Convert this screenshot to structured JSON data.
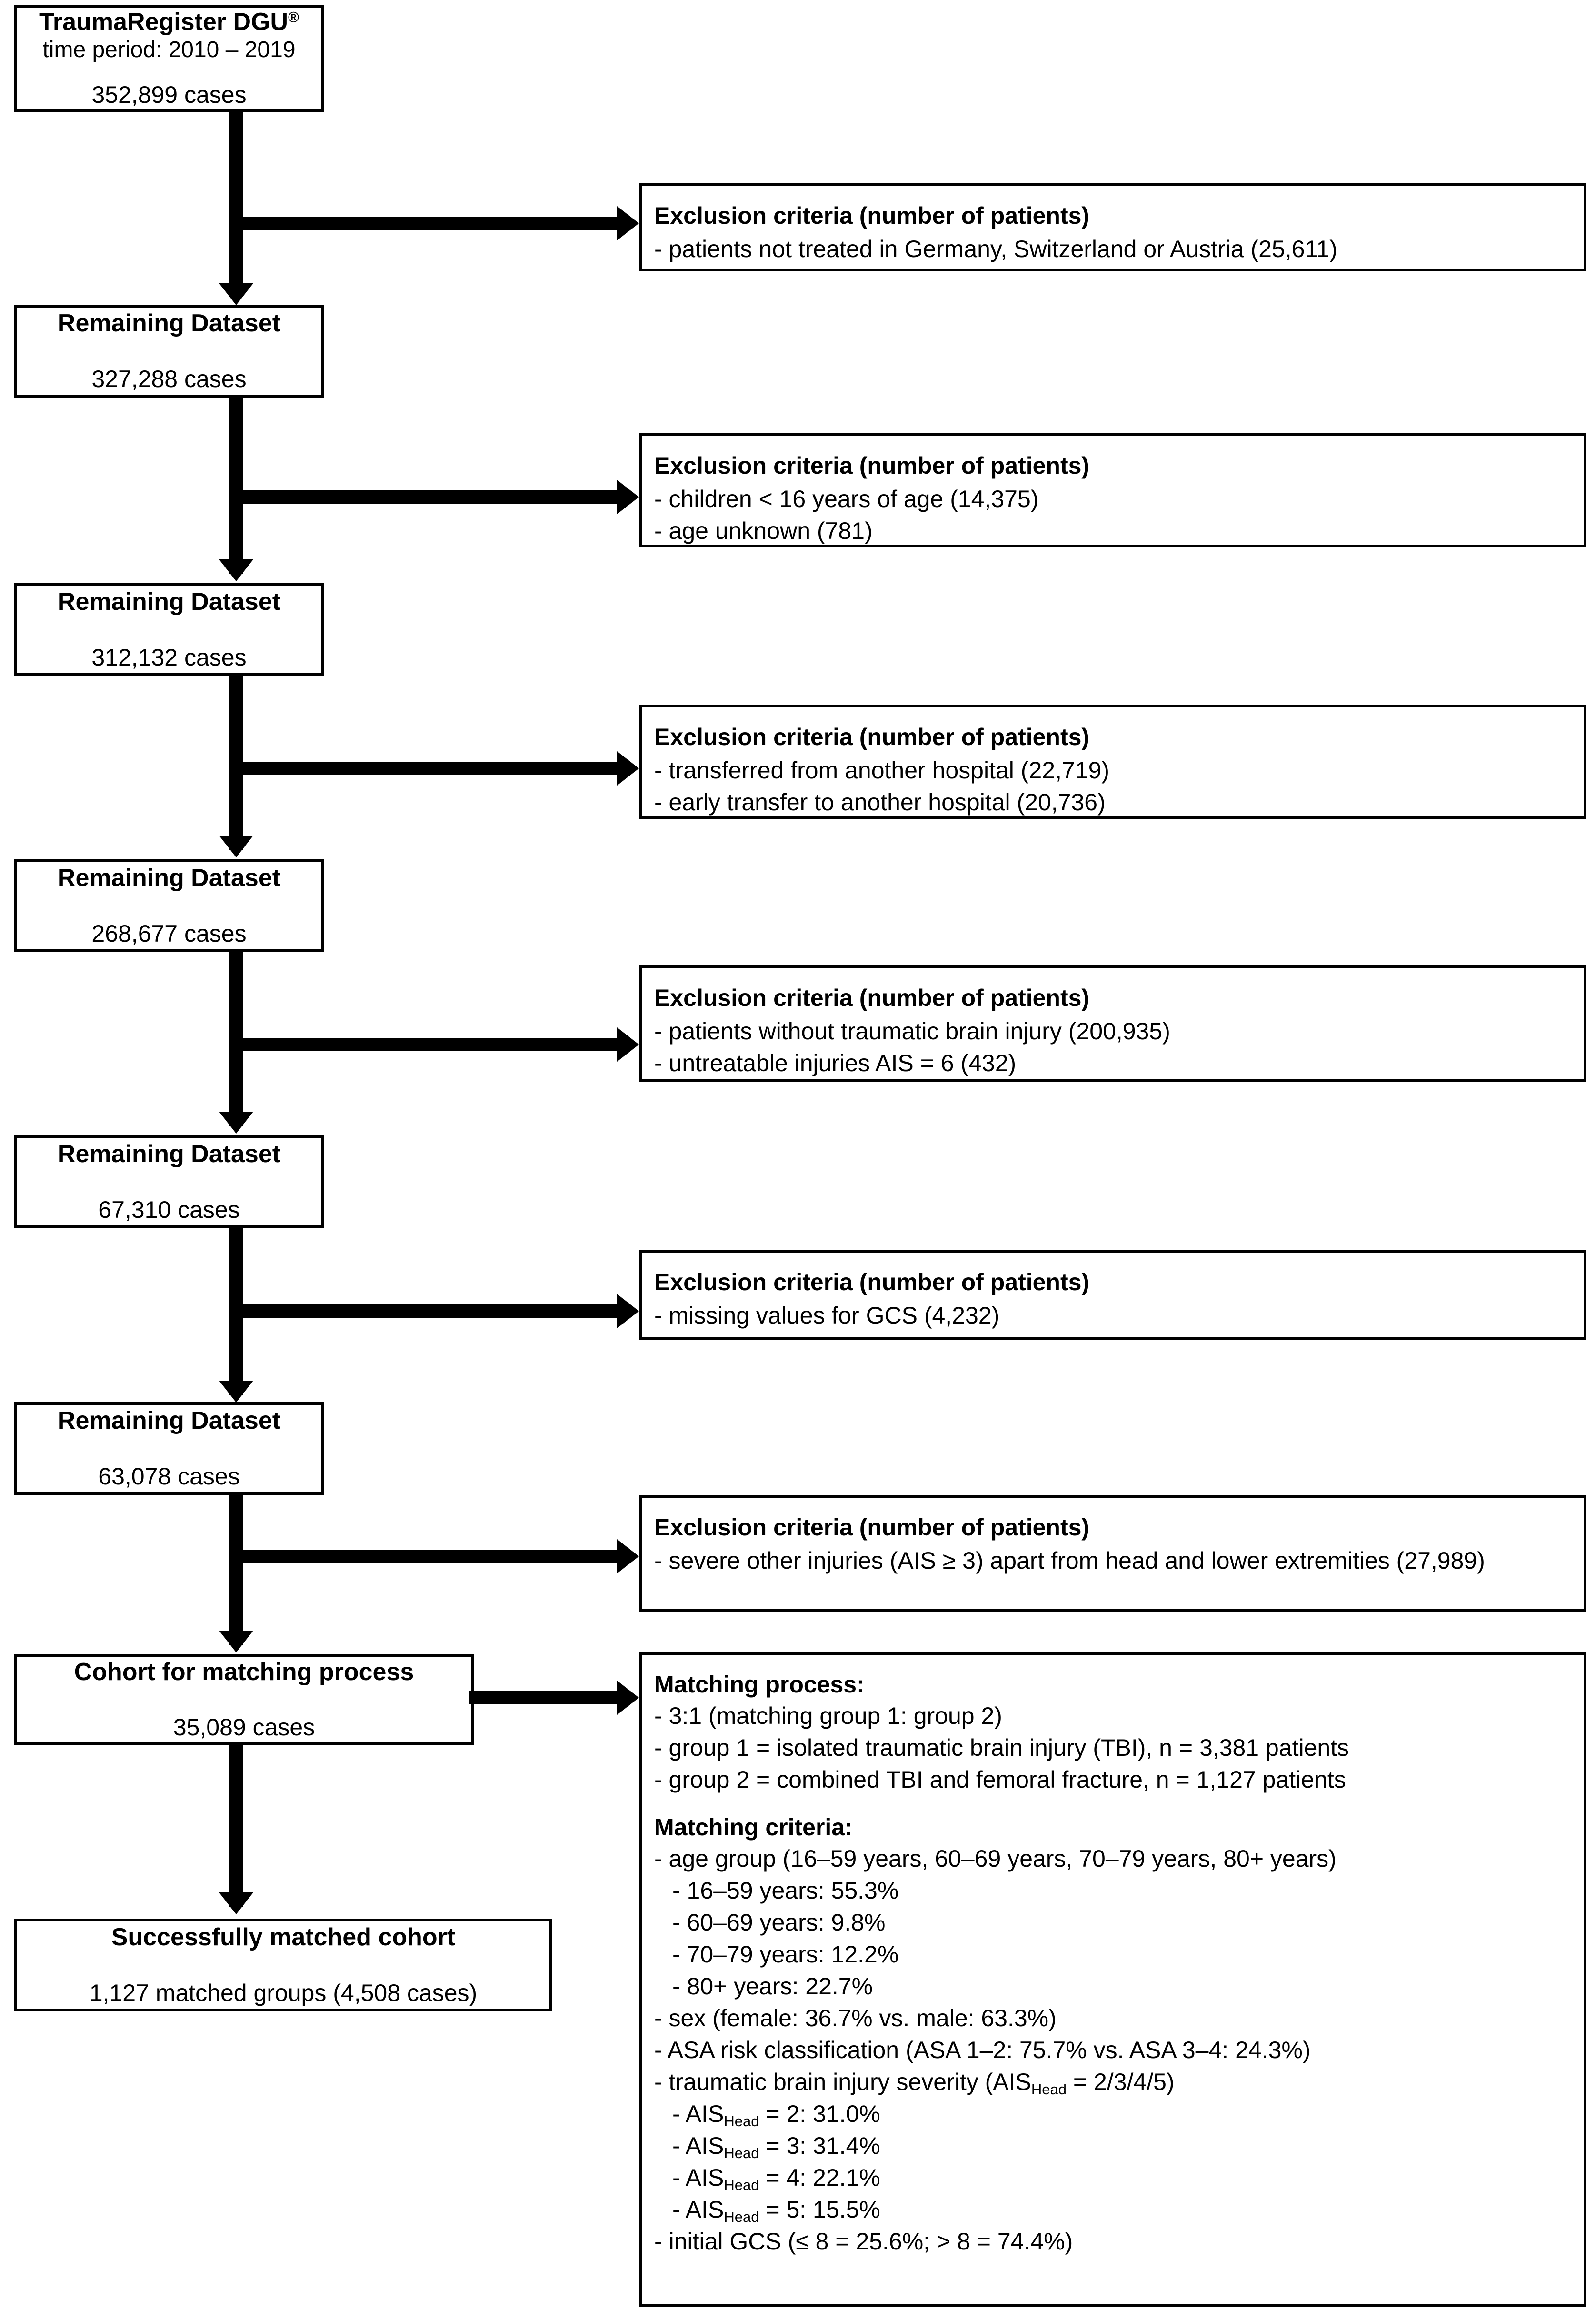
{
  "figure": {
    "type": "flowchart",
    "title": "TraumaRegister DGU study patient selection flow diagram"
  },
  "flow": {
    "nodes": [
      {
        "id": "source",
        "title": "TraumaRegister DGU",
        "title_sup": "®",
        "subtitle": "time period: 2010 – 2019",
        "value": "352,899 cases"
      },
      {
        "id": "remaining1",
        "title": "Remaining Dataset",
        "value": "327,288 cases"
      },
      {
        "id": "remaining2",
        "title": "Remaining Dataset",
        "value": "312,132 cases"
      },
      {
        "id": "remaining3",
        "title": "Remaining Dataset",
        "value": "268,677 cases"
      },
      {
        "id": "remaining4",
        "title": "Remaining Dataset",
        "value": "67,310 cases"
      },
      {
        "id": "remaining5",
        "title": "Remaining Dataset",
        "value": "63,078 cases"
      },
      {
        "id": "cohort",
        "title": "Cohort for matching process",
        "value": "35,089 cases"
      },
      {
        "id": "matched",
        "title": "Successfully matched cohort",
        "value": "1,127 matched groups (4,508 cases)"
      }
    ],
    "exclusions": [
      {
        "id": "excl1",
        "heading": "Exclusion criteria (number of patients)",
        "items": [
          "- patients not treated in Germany, Switzerland or Austria (25,611)"
        ]
      },
      {
        "id": "excl2",
        "heading": "Exclusion criteria (number of patients)",
        "items": [
          "- children < 16 years of age (14,375)",
          "- age unknown (781)"
        ]
      },
      {
        "id": "excl3",
        "heading": "Exclusion criteria (number of patients)",
        "items": [
          "- transferred from another hospital (22,719)",
          "- early transfer to another hospital (20,736)"
        ]
      },
      {
        "id": "excl4",
        "heading": "Exclusion criteria (number of patients)",
        "items": [
          "- patients without traumatic brain injury (200,935)",
          "- untreatable injuries AIS = 6 (432)"
        ]
      },
      {
        "id": "excl5",
        "heading": "Exclusion criteria (number of patients)",
        "items": [
          "- missing values for GCS (4,232)"
        ]
      },
      {
        "id": "excl6",
        "heading": "Exclusion criteria (number of patients)",
        "items": [
          "- severe other injuries (AIS ≥ 3) apart from head and lower extremities (27,989)"
        ]
      }
    ],
    "matching": {
      "process_heading": "Matching process:",
      "process_items": [
        "- 3:1 (matching group 1: group 2)",
        "- group 1 = isolated traumatic brain injury (TBI), n = 3,381 patients",
        "- group 2 = combined TBI and femoral fracture, n = 1,127 patients"
      ],
      "criteria_heading": "Matching criteria:",
      "criteria_age_label": "- age group (16–59 years, 60–69 years, 70–79 years, 80+ years)",
      "criteria_age_items": [
        "- 16–59 years: 55.3%",
        "- 60–69 years: 9.8%",
        "- 70–79 years: 12.2%",
        "- 80+ years: 22.7%"
      ],
      "criteria_sex": "- sex (female: 36.7% vs. male: 63.3%)",
      "criteria_asa": "- ASA risk classification (ASA 1–2: 75.7% vs. ASA 3–4: 24.3%)",
      "criteria_tbi_prefix": "- traumatic brain injury severity (AIS",
      "criteria_tbi_sub": "Head",
      "criteria_tbi_suffix": " = 2/3/4/5)",
      "criteria_ais_items": [
        {
          "prefix": "- AIS",
          "sub": "Head",
          "suffix": " = 2: 31.0%"
        },
        {
          "prefix": "- AIS",
          "sub": "Head",
          "suffix": " = 3: 31.4%"
        },
        {
          "prefix": "- AIS",
          "sub": "Head",
          "suffix": " = 4: 22.1%"
        },
        {
          "prefix": "- AIS",
          "sub": "Head",
          "suffix": " = 5: 15.5%"
        }
      ],
      "criteria_gcs": "- initial GCS (≤ 8 = 25.6%; > 8 = 74.4%)"
    }
  },
  "colors": {
    "stroke": "#000000",
    "background": "#ffffff"
  }
}
